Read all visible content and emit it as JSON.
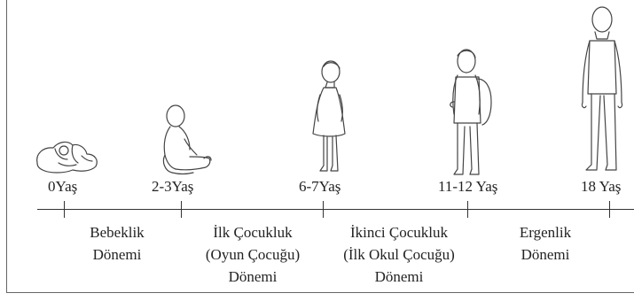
{
  "ages": [
    "0Yaş",
    "2-3Yaş",
    "6-7Yaş",
    "11-12 Yaş",
    "18 Yaş"
  ],
  "periods": [
    {
      "lines": [
        "Bebeklik",
        "Dönemi"
      ]
    },
    {
      "lines": [
        "İlk Çocukluk",
        "(Oyun Çocuğu)",
        "Dönemi"
      ]
    },
    {
      "lines": [
        "İkinci Çocukluk",
        "(İlk Okul Çocuğu)",
        "Dönemi"
      ]
    },
    {
      "lines": [
        "Ergenlik",
        "Dönemi"
      ]
    }
  ],
  "stroke_color": "#444444"
}
